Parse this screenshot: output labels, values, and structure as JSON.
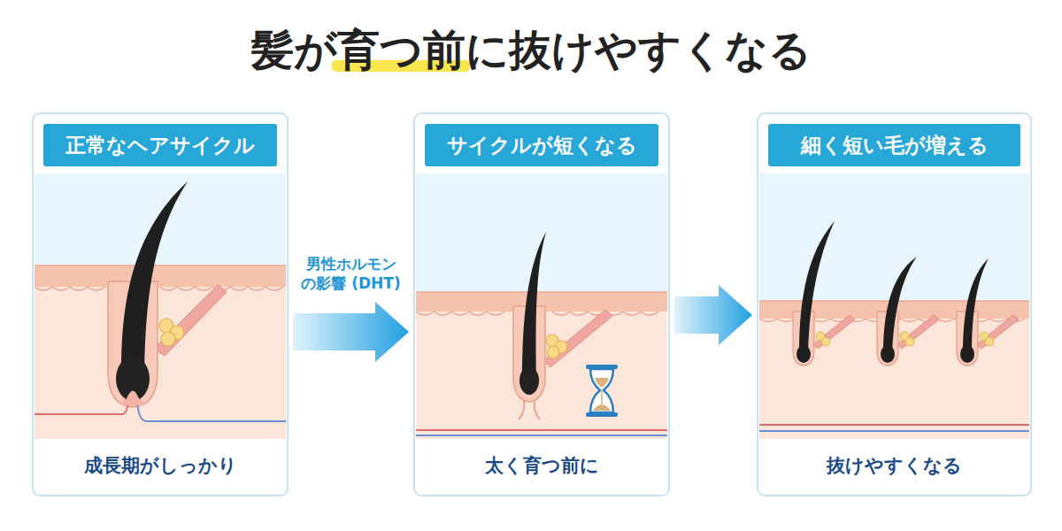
{
  "diagram": {
    "title": "髪が育つ前に抜けやすくなる",
    "nodes": [
      {
        "text": [
          "正常なヘアサイクル",
          "成長期がしっかり"
        ]
      },
      {
        "text": [
          "サイクルが短くなる",
          "太く育つ前に"
        ]
      },
      {
        "text": [
          "細く短い毛が増える",
          "抜けやすくなる"
        ]
      }
    ],
    "edges": [
      {
        "from": 0,
        "to": 1,
        "arrow": "to",
        "label": "男性ホルモン の影響 (DHT)"
      },
      {
        "from": 1,
        "to": 2,
        "arrow": "to"
      }
    ]
  }
}
